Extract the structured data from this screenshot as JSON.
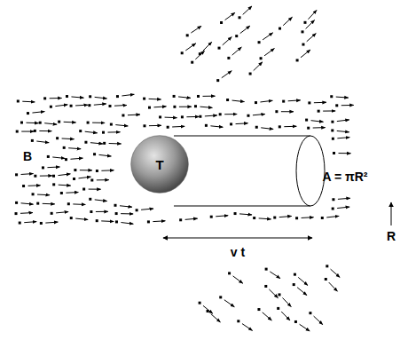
{
  "diagram": {
    "nodes": [
      {
        "text": [
          "T"
        ]
      }
    ],
    "labels": [
      "B",
      "A = πR²",
      "R",
      "v t"
    ]
  }
}
